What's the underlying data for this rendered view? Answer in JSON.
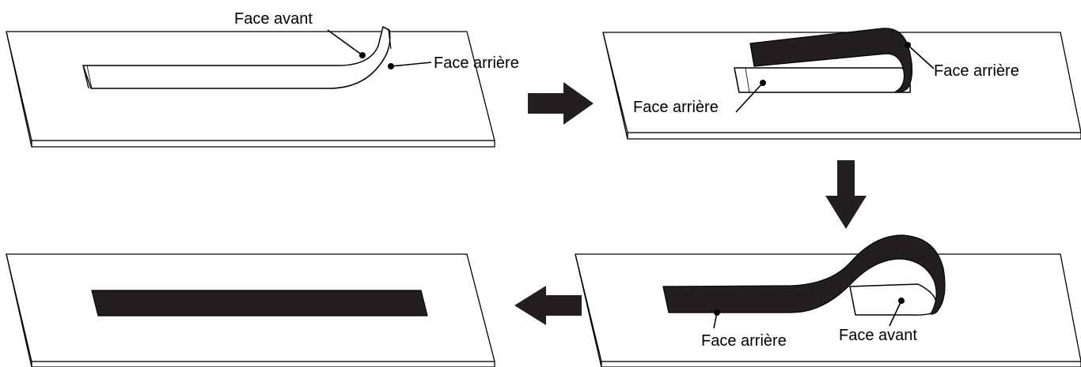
{
  "labels": {
    "step1_front": "Face avant",
    "step1_back": "Face arrière",
    "step2_back_right": "Face arrière",
    "step2_back_left": "Face arrière",
    "step3_back": "Face arrière",
    "step3_front": "Face avant"
  },
  "colors": {
    "tape_back": "#231f20",
    "tape_front": "#ffffff",
    "plate": "#ffffff",
    "arrow": "#231f20"
  },
  "arrows": [
    "right",
    "down",
    "left"
  ]
}
